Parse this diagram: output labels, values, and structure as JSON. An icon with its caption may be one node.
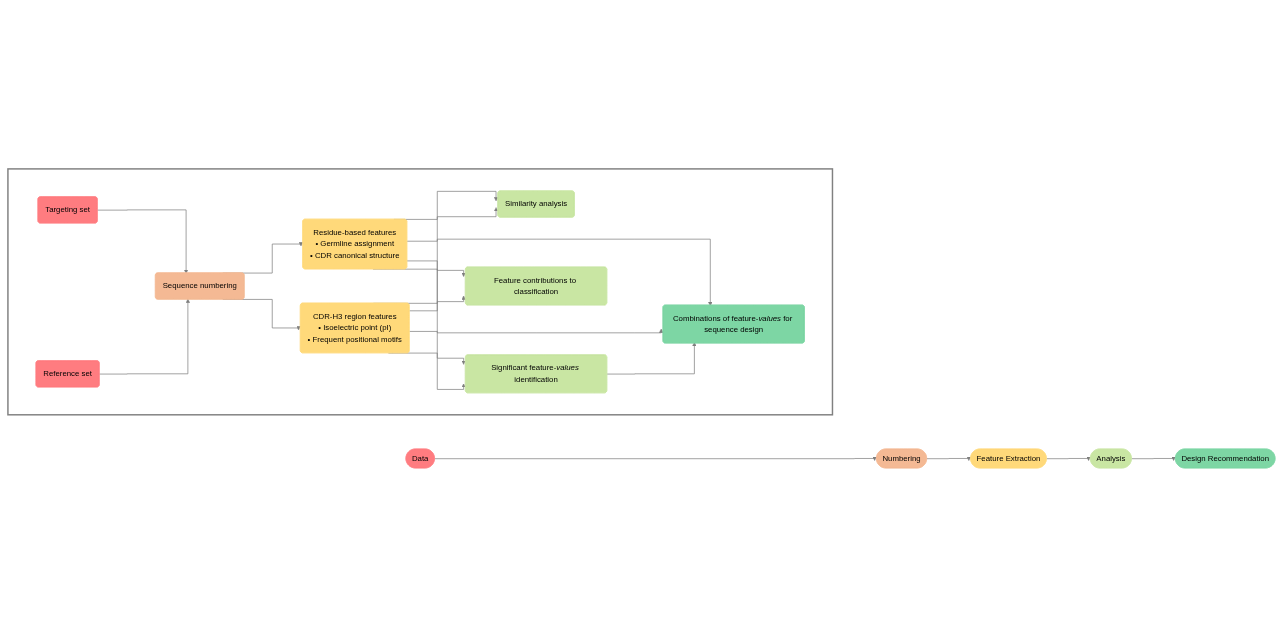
{
  "diagram": {
    "nodes": [
      {
        "text": [
          "Data"
        ]
      },
      {
        "text": [
          "Numbering"
        ]
      },
      {
        "text": [
          "Feature Extraction"
        ]
      },
      {
        "text": [
          "Analysis"
        ]
      },
      {
        "text": [
          "Design Recommendation"
        ]
      },
      {
        "text": [],
        "shape": "box"
      },
      {
        "text": [
          "Targeting set"
        ],
        "in": 5
      },
      {
        "text": [
          "Reference set"
        ],
        "in": 5
      },
      {
        "text": [
          "Sequence numbering"
        ],
        "in": 5
      },
      {
        "text": [
          "Residue-based features",
          "• Germline assignment",
          "• CDR canonical structure"
        ],
        "in": 5
      },
      {
        "text": [
          "CDR-H3 region features",
          "• Isoelectric point (pI)",
          "• Frequent positional motifs"
        ],
        "in": 5
      },
      {
        "text": [
          "Similarity analysis"
        ],
        "in": 5
      },
      {
        "text": [
          "Significant feature-*values* identification"
        ],
        "in": 5
      },
      {
        "text": [
          "Feature contributions to classification"
        ],
        "in": 5
      },
      {
        "text": [
          "Combinations of feature-*values* for sequence design"
        ],
        "in": 5
      }
    ],
    "edges": [
      {
        "from": 0,
        "to": 1,
        "arrow": "to"
      },
      {
        "from": 1,
        "to": 2,
        "arrow": "to"
      },
      {
        "from": 2,
        "to": 3,
        "arrow": "to"
      },
      {
        "from": 3,
        "to": 4,
        "arrow": "to"
      },
      {
        "from": 6,
        "to": 8,
        "arrow": "to"
      },
      {
        "from": 7,
        "to": 8,
        "arrow": "to"
      },
      {
        "from": 8,
        "to": 9,
        "arrow": "to"
      },
      {
        "from": 8,
        "to": 10,
        "arrow": "to"
      },
      {
        "from": 9,
        "to": 11,
        "arrow": "to"
      },
      {
        "from": 9,
        "to": 12,
        "arrow": "to"
      },
      {
        "from": 9,
        "to": 13,
        "arrow": "to"
      },
      {
        "from": 10,
        "to": 11,
        "arrow": "to"
      },
      {
        "from": 10,
        "to": 12,
        "arrow": "to"
      },
      {
        "from": 10,
        "to": 13,
        "arrow": "to"
      },
      {
        "from": 9,
        "to": 14,
        "arrow": "to"
      },
      {
        "from": 10,
        "to": 14,
        "arrow": "to"
      },
      {
        "from": 12,
        "to": 14,
        "arrow": "to"
      }
    ]
  }
}
